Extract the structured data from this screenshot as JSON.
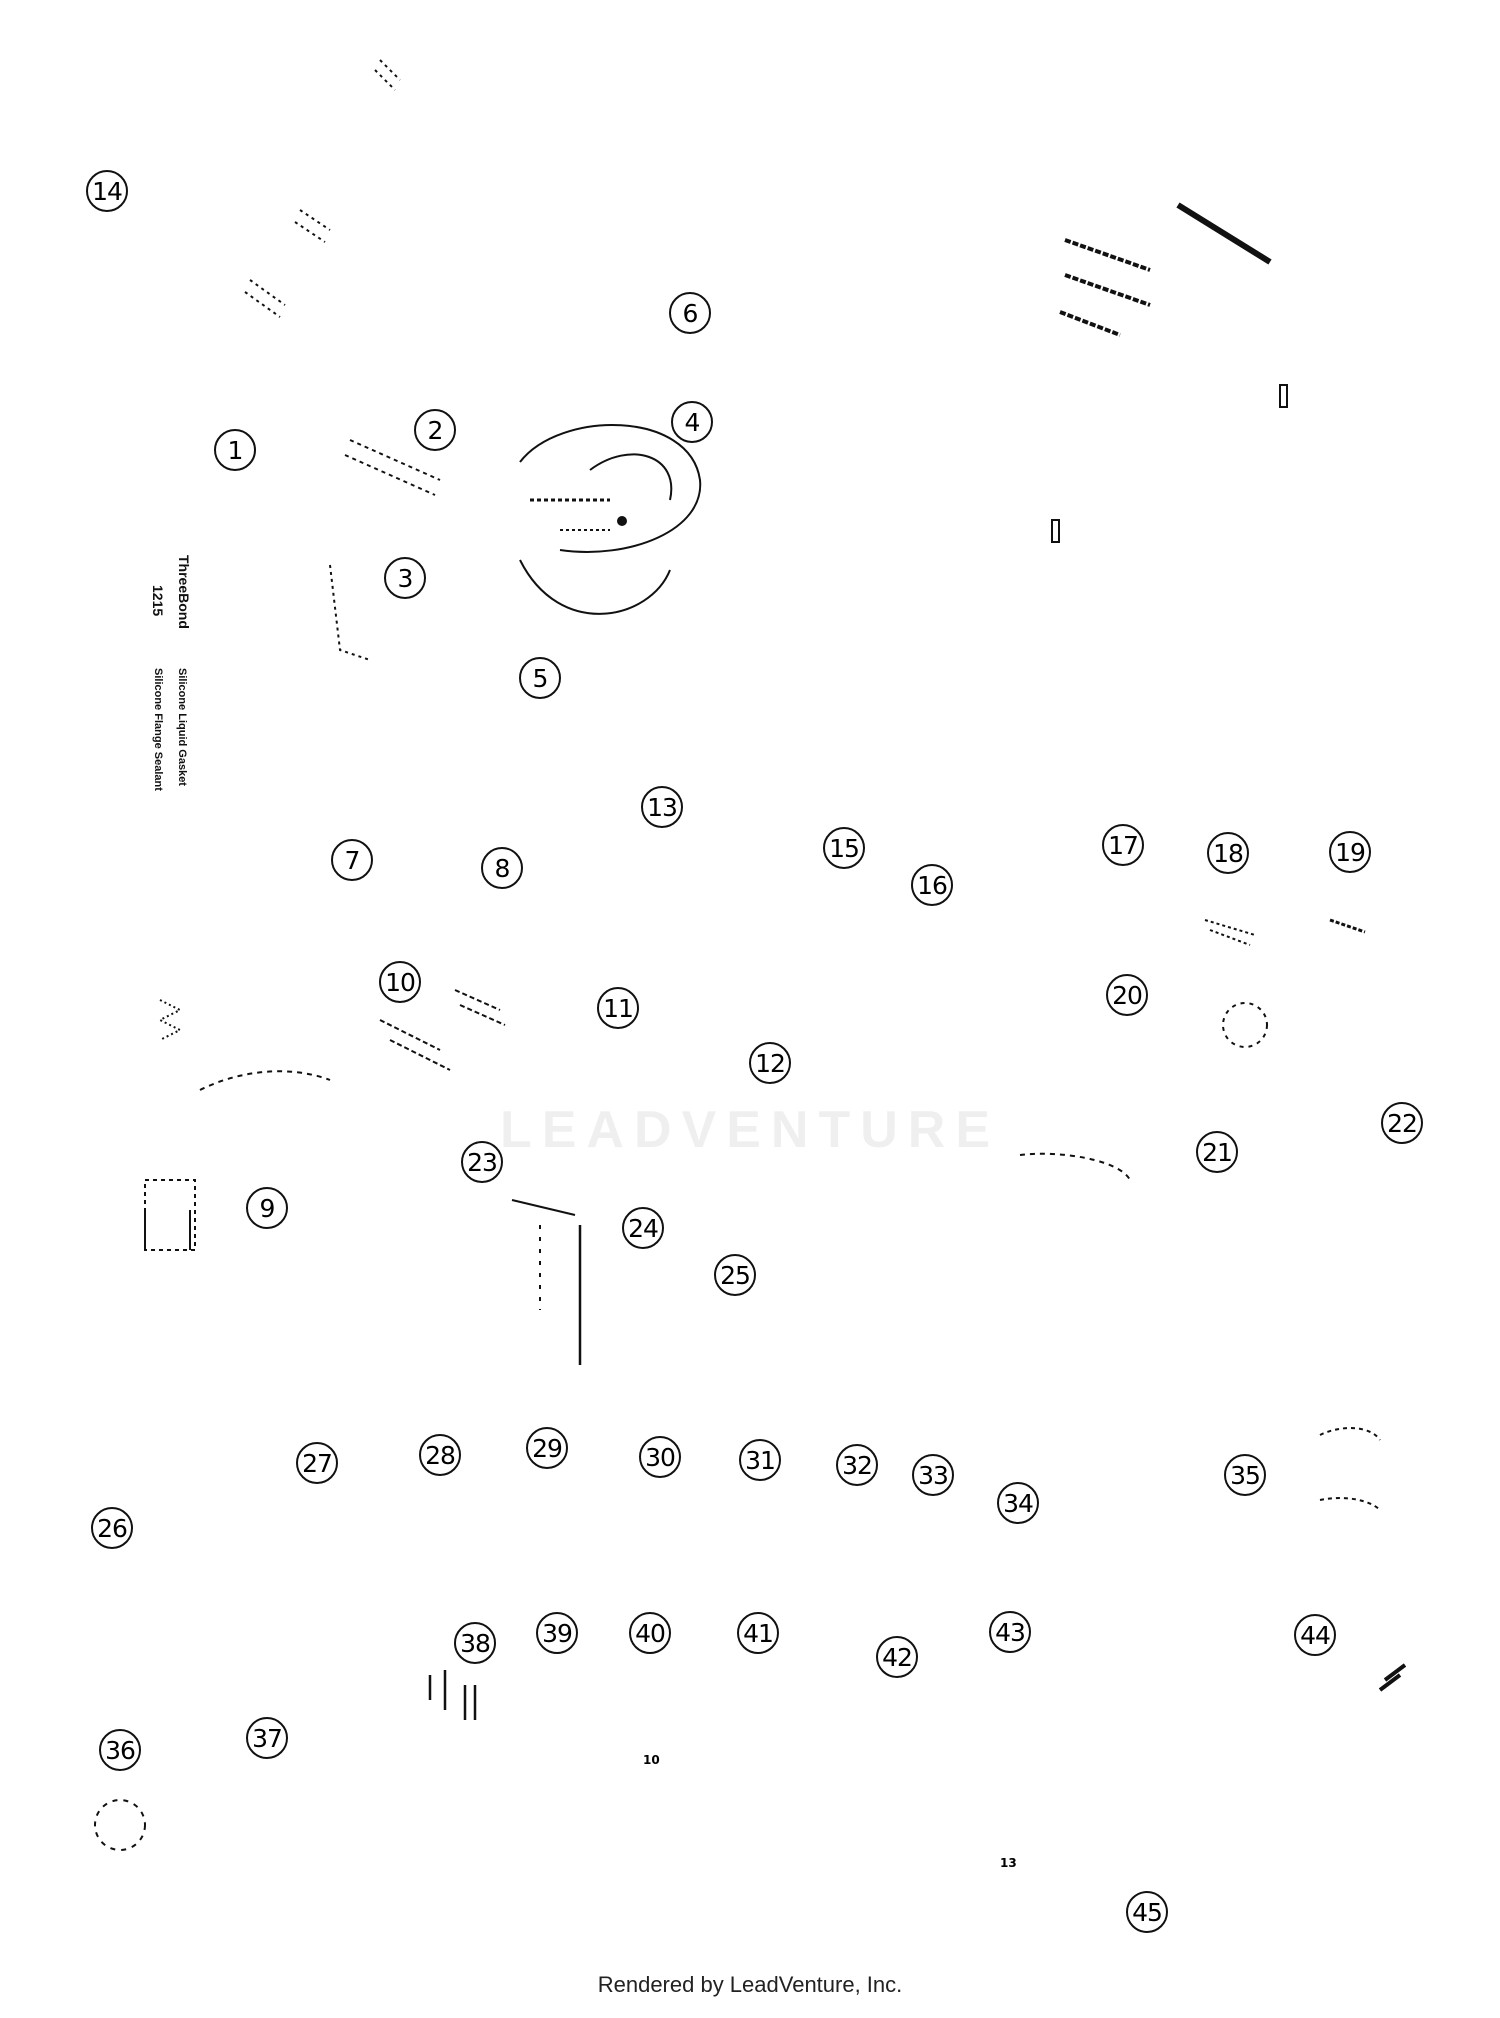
{
  "callouts": [
    "1",
    "2",
    "3",
    "4",
    "5",
    "6",
    "7",
    "8",
    "9",
    "10",
    "11",
    "12",
    "13",
    "14",
    "15",
    "16",
    "17",
    "18",
    "19",
    "20",
    "21",
    "22",
    "23",
    "24",
    "25",
    "26",
    "27",
    "28",
    "29",
    "30",
    "31",
    "32",
    "33",
    "34",
    "35",
    "36",
    "37",
    "38",
    "39",
    "40",
    "41",
    "42",
    "43",
    "44",
    "45"
  ],
  "small_labels": [
    "10",
    "13"
  ],
  "sealant_label": {
    "brand": "ThreeBond",
    "code": "1215",
    "line1": "Silicone Liquid Gasket",
    "line2": "Silicone Flange Sealant"
  },
  "watermark": "LEADVENTURE",
  "footer": "Rendered by LeadVenture, Inc.",
  "colors": {
    "line": "#111111",
    "background": "#ffffff"
  }
}
